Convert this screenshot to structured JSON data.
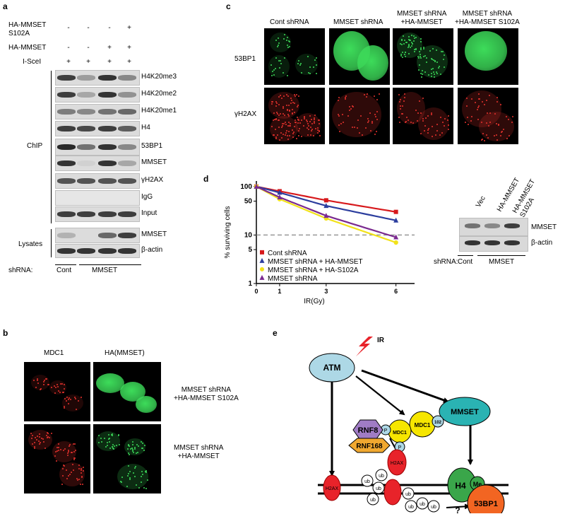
{
  "panels": {
    "a": "a",
    "b": "b",
    "c": "c",
    "d": "d",
    "e": "e"
  },
  "panel_a": {
    "condition_labels": [
      "HA-MMSET\nS102A",
      "HA-MMSET",
      "I-SceI"
    ],
    "rows_signs": [
      [
        "-",
        "-",
        "-",
        "+"
      ],
      [
        "-",
        "-",
        "+",
        "+"
      ],
      [
        "+",
        "+",
        "+",
        "+"
      ]
    ],
    "blot_labels": [
      "H4K20me3",
      "H4K20me2",
      "H4K20me1",
      "H4",
      "53BP1",
      "MMSET",
      "γH2AX",
      "IgG",
      "Input",
      "MMSET",
      "β-actin"
    ],
    "group_chip": "ChIP",
    "group_lysates": "Lysates",
    "shrna_label": "shRNA:",
    "shrna_cont": "Cont",
    "shrna_mmset": "MMSET"
  },
  "panel_b": {
    "col1": "MDC1",
    "col2": "HA(MMSET)",
    "row1": "MMSET shRNA\n+HA-MMSET S102A",
    "row2": "MMSET shRNA\n+HA-MMSET"
  },
  "panel_c": {
    "cols": [
      "Cont shRNA",
      "MMSET shRNA",
      "MMSET shRNA\n+HA-MMSET",
      "MMSET shRNA\n+HA-MMSET S102A"
    ],
    "rows": [
      "53BP1",
      "γH2AX"
    ]
  },
  "panel_d_blot": {
    "lanes": [
      "Vec",
      "HA-MMSET",
      "HA-MMSET\nS102A"
    ],
    "labels": [
      "MMSET",
      "β-actin"
    ],
    "shrna_label": "shRNA:",
    "shrna_cont": "Cont",
    "shrna_mmset": "MMSET"
  },
  "chart_data": {
    "type": "line",
    "xlabel": "IR(Gy)",
    "ylabel": "% surviving cells",
    "x": [
      0,
      1,
      3,
      6
    ],
    "xticks": [
      "0",
      "1",
      "3",
      "6"
    ],
    "yticks": [
      "1",
      "5",
      "10",
      "50",
      "100"
    ],
    "ylim": [
      1,
      130
    ],
    "yscale": "log",
    "reference_line": 10,
    "legend_position": "lower-left",
    "series": [
      {
        "name": "Cont shRNA",
        "color": "#d7191c",
        "marker": "square",
        "values": [
          100,
          80,
          52,
          30
        ]
      },
      {
        "name": "MMSET shRNA + HA-MMSET",
        "color": "#2c3e9e",
        "marker": "triangle",
        "values": [
          100,
          75,
          40,
          20
        ]
      },
      {
        "name": "MMSET shRNA + HA-S102A",
        "color": "#f2e21b",
        "marker": "circle",
        "values": [
          100,
          55,
          22,
          7
        ]
      },
      {
        "name": "MMSET shRNA",
        "color": "#7b2a8f",
        "marker": "triangle",
        "values": [
          100,
          60,
          25,
          9
        ]
      }
    ]
  },
  "panel_e": {
    "ir": "IR",
    "atm": "ATM",
    "mmset": "MMSET",
    "rnf8": "RNF8",
    "rnf168": "RNF168",
    "mdc1a": "MDC1",
    "mdc1b": "MDC1",
    "s102": "102",
    "p": "P",
    "h2ax": "H2AX",
    "h4": "H4",
    "me": "Me",
    "bp53": "53BP1",
    "ub": "ub",
    "question": "?"
  }
}
